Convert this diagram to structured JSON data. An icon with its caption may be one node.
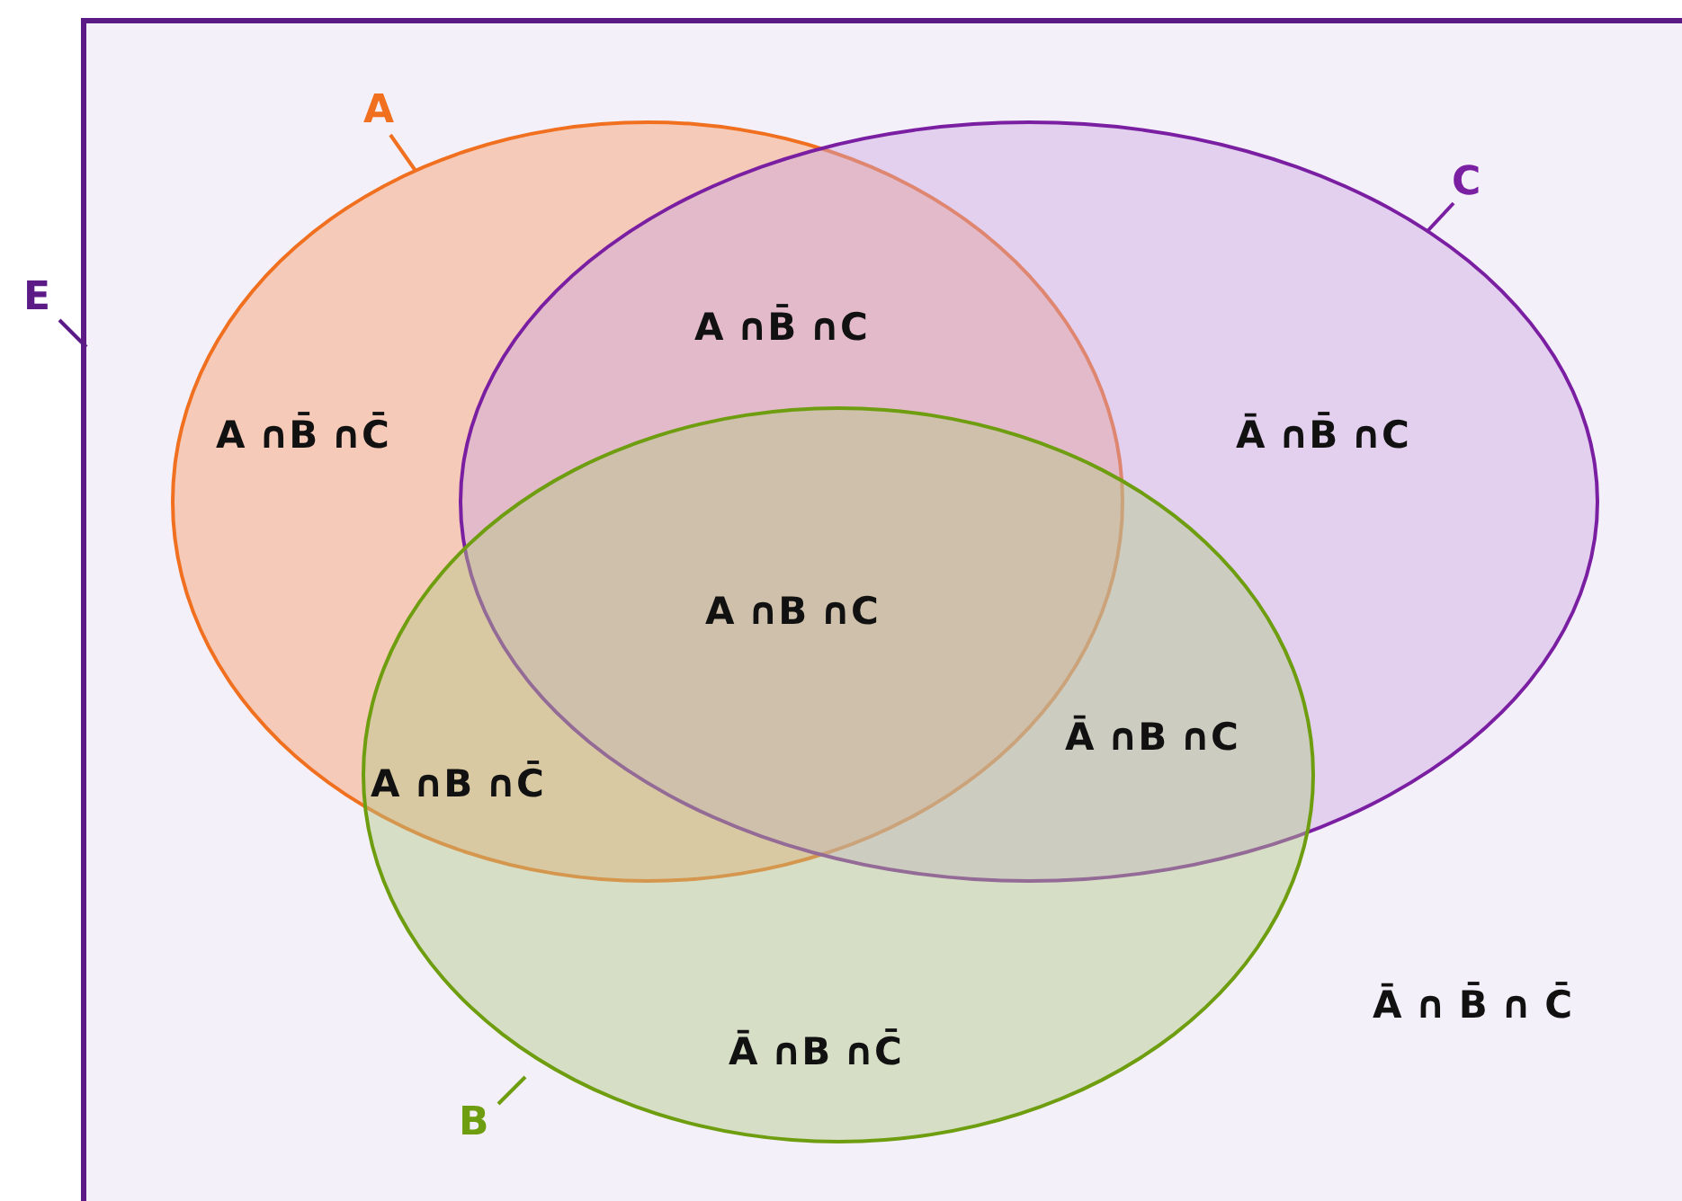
{
  "diagram": {
    "nodes": [
      {
        "text": [
          "E"
        ]
      },
      {
        "text": [
          "A"
        ],
        "in": 0
      },
      {
        "text": [
          "C"
        ],
        "in": 0
      },
      {
        "text": [
          "B"
        ],
        "in": 0
      }
    ],
    "labels": [
      "A ∩B̄ ∩C",
      "A ∩B̄ ∩C̄",
      "Ā ∩B̄ ∩C",
      "A ∩B ∩C",
      "Ā ∩B ∩C",
      "A ∩B ∩C̄",
      "Ā ∩B ∩C̄",
      "Ā ∩ B̄ ∩ C̄"
    ]
  }
}
